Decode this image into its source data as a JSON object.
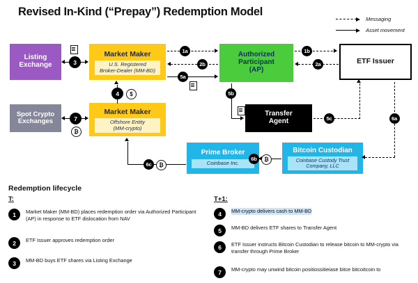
{
  "title": "Revised In-Kind (“Prepay”) Redemption Model",
  "legend": {
    "items": [
      {
        "label": "Messaging",
        "style": "dashed"
      },
      {
        "label": "Asset movement",
        "style": "solid"
      }
    ]
  },
  "nodes": {
    "listing_exchange": {
      "title": "Listing\nExchange",
      "color": "#9B59C4"
    },
    "spot_crypto": {
      "title": "Spot Crypto\nExchanges",
      "color": "#85869A"
    },
    "mm_bd": {
      "title": "Market Maker",
      "subtitle": "U.S. Registered\nBroker-Dealer (MM-BD)",
      "color": "#FFC917"
    },
    "mm_crypto": {
      "title": "Market Maker",
      "subtitle": "Offshore Entity\n(MM-crypto)",
      "color": "#FFC917"
    },
    "authorized_participant": {
      "title": "Authorized\nParticipant\n(AP)",
      "color": "#4BCC3C"
    },
    "etf_issuer": {
      "title": "ETF Issuer",
      "color": "#FFFFFF"
    },
    "transfer_agent": {
      "title": "Transfer\nAgent",
      "color": "#000000"
    },
    "prime_broker": {
      "title": "Prime Broker",
      "subtitle": "Coinbase Inc.",
      "color": "#22B5E8"
    },
    "bitcoin_custodian": {
      "title": "Bitcoin Custodian",
      "subtitle": "Coinbase Custody Trust\nCompany, LLC",
      "color": "#22B5E8"
    }
  },
  "badges": {
    "b1a": "1a",
    "b1b": "1b",
    "b2a": "2a",
    "b2b": "2b",
    "b3": "3",
    "b4": "4",
    "b5a": "5a",
    "b5b": "5b",
    "b5c": "5c",
    "b6a": "6a",
    "b6b": "6b",
    "b6c": "6c",
    "b7": "7"
  },
  "tokens": {
    "cash": "$",
    "bitcoin": "₿"
  },
  "lifecycle": {
    "heading": "Redemption lifecycle",
    "columns": [
      {
        "head": "T:",
        "items": [
          {
            "num": "1",
            "text": "Market Maker (MM-BD) places redemption order via Authorized Participant (AP) in response to ETF dislocation from NAV",
            "highlight": false
          },
          {
            "num": "2",
            "text": "ETF Issuer approves redemption order",
            "highlight": false
          },
          {
            "num": "3",
            "text": "MM-BD buys ETF shares via Listing Exchange",
            "highlight": false
          }
        ]
      },
      {
        "head": "T+1:",
        "items": [
          {
            "num": "4",
            "text": "MM-crypto delivers cash to MM-BD",
            "highlight": true
          },
          {
            "num": "5",
            "text": "MM-BD delivers ETF shares to Transfer Agent",
            "highlight": false
          },
          {
            "num": "6",
            "text": "ETF Issuer instructs Bitcoin Custodian to release bitcoin to MM-crypto via transfer through Prime Broker",
            "highlight": false
          },
          {
            "num": "7",
            "text": "MM-crypto may unwind bitcoin positiossitieiase bitce bitcoitcoin to",
            "highlight": false
          }
        ]
      }
    ]
  }
}
